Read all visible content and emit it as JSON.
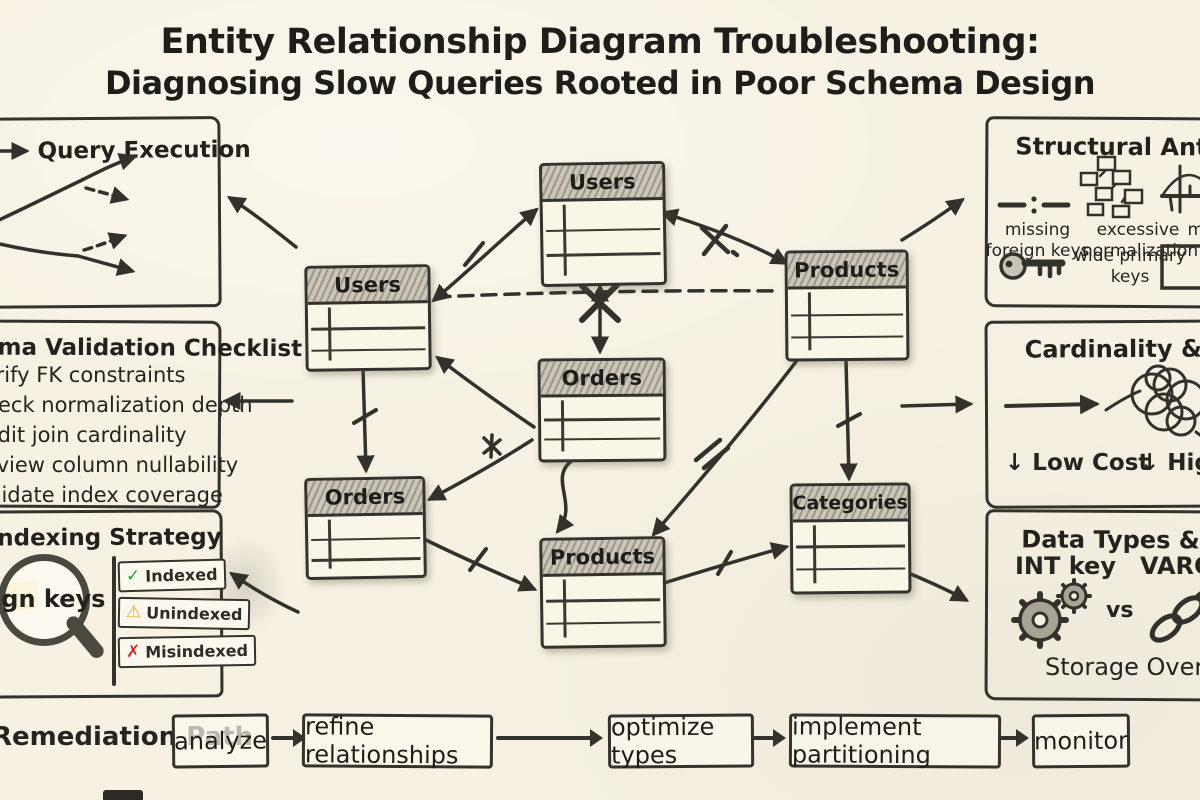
{
  "title": {
    "line1": "Entity Relationship Diagram Troubleshooting:",
    "line2": "Diagnosing Slow Queries Rooted in Poor Schema Design"
  },
  "icons": {
    "right_arrow": "→",
    "down_arrow": "↓",
    "check": "✓",
    "warning": "⚠",
    "cross": "✗"
  },
  "colors": {
    "ink": "#34322c",
    "paper": "#f6f1e2",
    "check_green": "#2f9e44",
    "warn_yellow": "#e8a81c",
    "cross_red": "#c92a2a",
    "highlight_yellow": "#f3d45a"
  },
  "panels": {
    "query_execution": {
      "title": "Query Execution"
    },
    "validation": {
      "title": "Schema Validation Checklist",
      "items": [
        "Verify FK constraints",
        "Check normalization depth",
        "Audit join cardinality",
        "Review column nullability",
        "Validate index coverage"
      ]
    },
    "indexing": {
      "title": "Indexing Strategy",
      "magnifier_label": "foreign keys",
      "flags": [
        {
          "label": "Indexed"
        },
        {
          "label": "Unindexed"
        },
        {
          "label": "Misindexed"
        }
      ]
    },
    "anti_patterns": {
      "title": "Structural Anti-Patterns",
      "item1": "missing foreign keys",
      "item2": "excessive normalization",
      "item3": "many-to-many without junction",
      "item4": "wide primary keys"
    },
    "cardinality": {
      "title": "Cardinality & Join Cost",
      "low_label": "Low Cost",
      "high_label": "High Cost"
    },
    "data_types": {
      "title": "Data Types & Storage",
      "left_label": "INT key",
      "vs_label": "vs",
      "right_label": "VARCHAR key",
      "bottom_label": "Storage Overhead"
    }
  },
  "entities": {
    "users_top": "Users",
    "users_left": "Users",
    "orders_center": "Orders",
    "orders_left": "Orders",
    "products_right": "Products",
    "products_center": "Products",
    "categories_right": "Categories"
  },
  "remediation": {
    "label": "Remediation Path",
    "steps": [
      "analyze",
      "refine relationships",
      "optimize types",
      "implement partitioning",
      "monitor"
    ]
  }
}
